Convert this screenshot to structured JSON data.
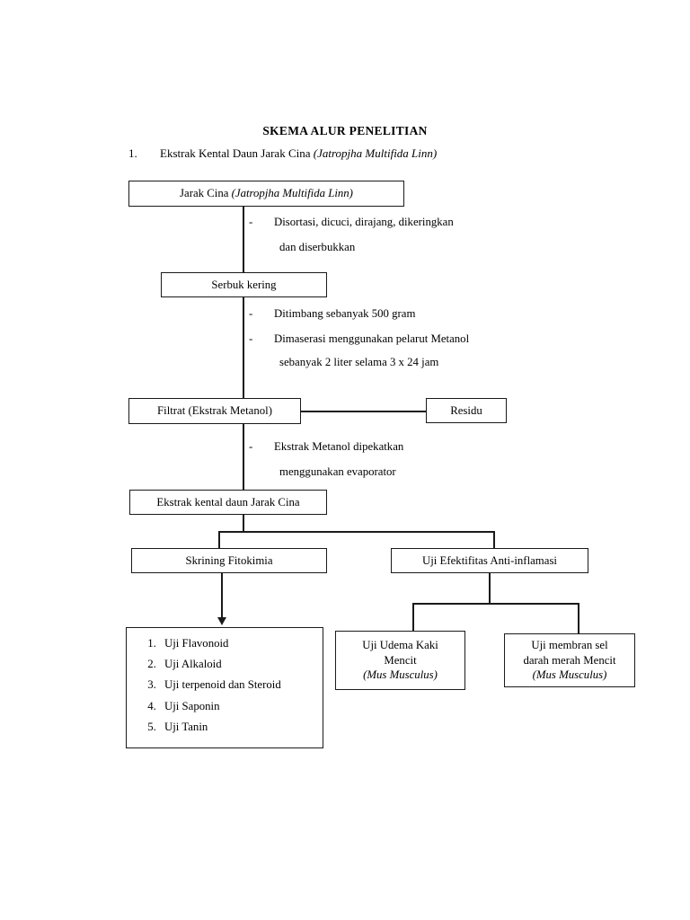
{
  "document": {
    "title": "SKEMA ALUR PENELITIAN",
    "section_number": "1.",
    "section_heading_plain": "Ekstrak Kental Daun Jarak Cina ",
    "section_heading_italic": "(Jatropjha Multifida Linn)"
  },
  "nodes": {
    "jarak_cina": {
      "label_plain": "Jarak Cina ",
      "label_italic": "(Jatropjha Multifida Linn)"
    },
    "serbuk_kering": {
      "label": "Serbuk kering"
    },
    "filtrat": {
      "label": "Filtrat (Ekstrak Metanol)"
    },
    "residu": {
      "label": "Residu"
    },
    "ekstrak_kental": {
      "label": "Ekstrak kental daun  Jarak Cina"
    },
    "skrining": {
      "label": "Skrining Fitokimia"
    },
    "uji_efektifitas": {
      "label": "Uji Efektifitas Anti-inflamasi"
    },
    "uji_udema": {
      "line1": "Uji Udema Kaki",
      "line2": "Mencit",
      "line3_italic": "(Mus Musculus)"
    },
    "uji_membran": {
      "line1": "Uji membran sel",
      "line2": "darah merah Mencit",
      "line3_italic": "(Mus Musculus)"
    }
  },
  "phytochemical_tests": [
    "Uji Flavonoid",
    "Uji Alkaloid",
    "Uji terpenoid dan Steroid",
    "Uji Saponin",
    "Uji Tanin"
  ],
  "annotations": {
    "step1": {
      "bullet": "-",
      "line1": "Disortasi, dicuci, dirajang, dikeringkan",
      "line2": "dan diserbukkan"
    },
    "step2": {
      "bullet_a": "-",
      "line_a": "Ditimbang sebanyak 500 gram",
      "bullet_b": "-",
      "line_b": "Dimaserasi menggunakan  pelarut  Metanol",
      "line_b2": "sebanyak 2 liter selama 3 x 24 jam"
    },
    "step3": {
      "bullet": "-",
      "line1": "Ekstrak Metanol dipekatkan",
      "line2": "menggunakan evaporator"
    }
  },
  "colors": {
    "ink": "#1a1a1a",
    "page": "#ffffff"
  }
}
